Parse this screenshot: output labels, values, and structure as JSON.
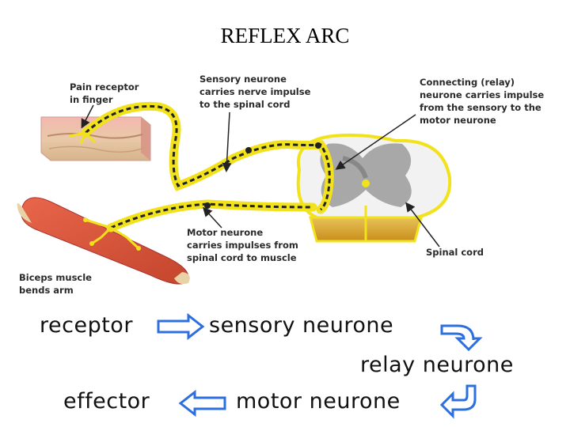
{
  "title": "REFLEX ARC",
  "labels": {
    "pain_receptor": [
      "Pain receptor",
      "in finger"
    ],
    "sensory_neurone": [
      "Sensory neurone",
      "carries nerve impulse",
      "to the spinal cord"
    ],
    "connecting_neurone": [
      "Connecting (relay)",
      "neurone carries impulse",
      "from the sensory to the",
      "motor neurone"
    ],
    "motor_neurone": [
      "Motor neurone",
      "carries impulses from",
      "spinal cord to muscle"
    ],
    "biceps": [
      "Biceps muscle",
      "bends arm"
    ],
    "spinal_cord": "Spinal cord"
  },
  "flow": {
    "receptor": "receptor",
    "sensory": "sensory neurone",
    "relay": "relay neurone",
    "effector": "effector",
    "motor": "motor neurone"
  },
  "colors": {
    "nerve": "#f2e21c",
    "arrow_blue": "#2e6fe0",
    "muscle": "#d9553a",
    "spinal_grey": "#a8a8a8"
  }
}
